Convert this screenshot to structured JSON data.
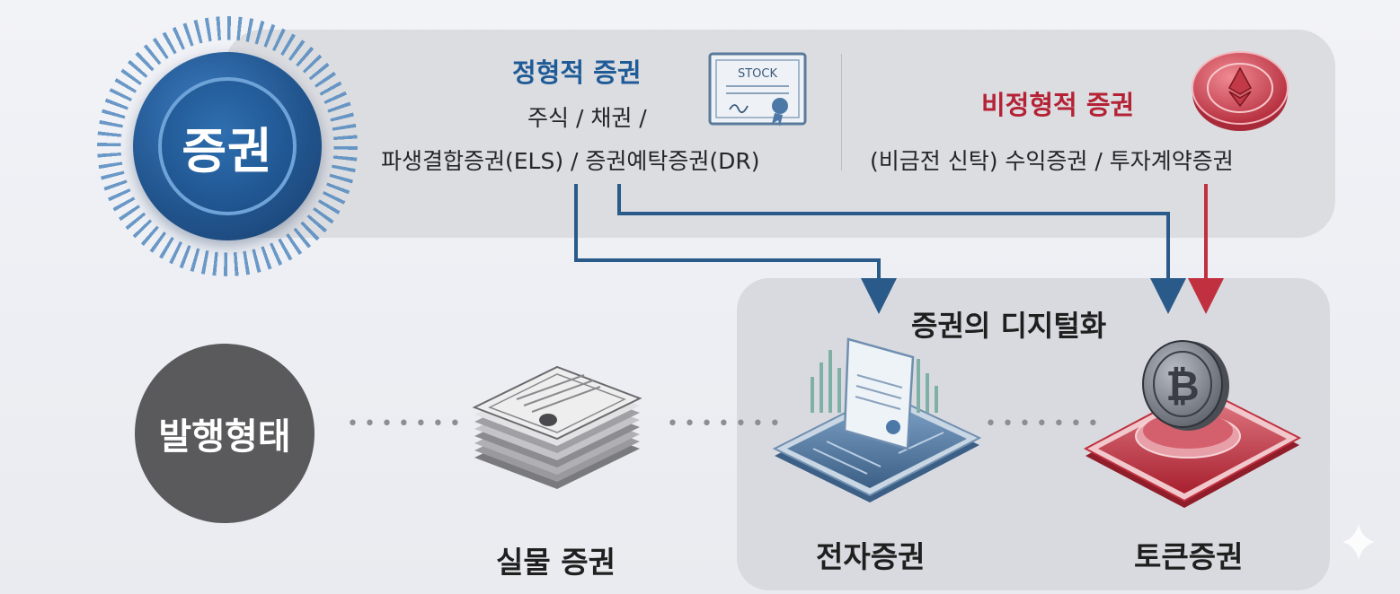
{
  "center": {
    "label": "증권"
  },
  "typical": {
    "title": "정형적 증권",
    "line1": "주식 / 채권 /",
    "line2": "파생결합증권(ELS) / 증권예탁증권(DR)",
    "icon_text": "STOCK"
  },
  "atypical": {
    "title": "비정형적 증권",
    "line1": "(비금전 신탁) 수익증권 / 투자계약증권"
  },
  "digital": {
    "title": "증권의 디지털화"
  },
  "issuance": {
    "label": "발행형태"
  },
  "forms": {
    "physical": "실물 증권",
    "electronic": "전자증권",
    "token": "토큰증권"
  },
  "colors": {
    "blue": "#2a5a8a",
    "red": "#c0303f",
    "badge": "#22568f"
  }
}
